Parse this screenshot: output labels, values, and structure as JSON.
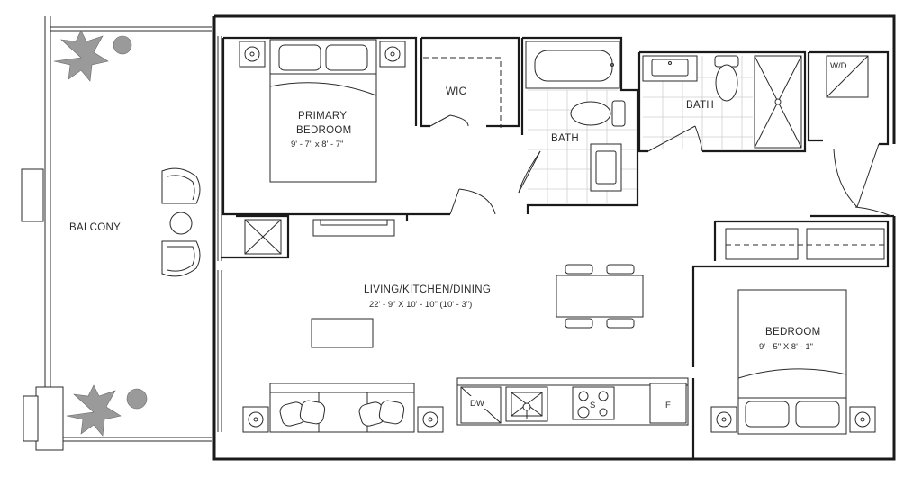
{
  "rooms": {
    "primary_bedroom": {
      "name_line1": "PRIMARY",
      "name_line2": "BEDROOM",
      "dims": "9' - 7\" x 8' - 7\""
    },
    "wic": {
      "name": "WIC"
    },
    "bath1": {
      "name": "BATH"
    },
    "bath2": {
      "name": "BATH"
    },
    "wd": {
      "name": "W/D"
    },
    "balcony": {
      "name": "BALCONY"
    },
    "living": {
      "name": "LIVING/KITCHEN/DINING",
      "dims": "22' - 9\" X 10' - 10\" (10' - 3\")"
    },
    "bedroom": {
      "name": "BEDROOM",
      "dims": "9' - 5\" X 8' - 1\""
    }
  },
  "appliances": {
    "dishwasher": "DW",
    "stove": "S",
    "fridge": "F"
  }
}
